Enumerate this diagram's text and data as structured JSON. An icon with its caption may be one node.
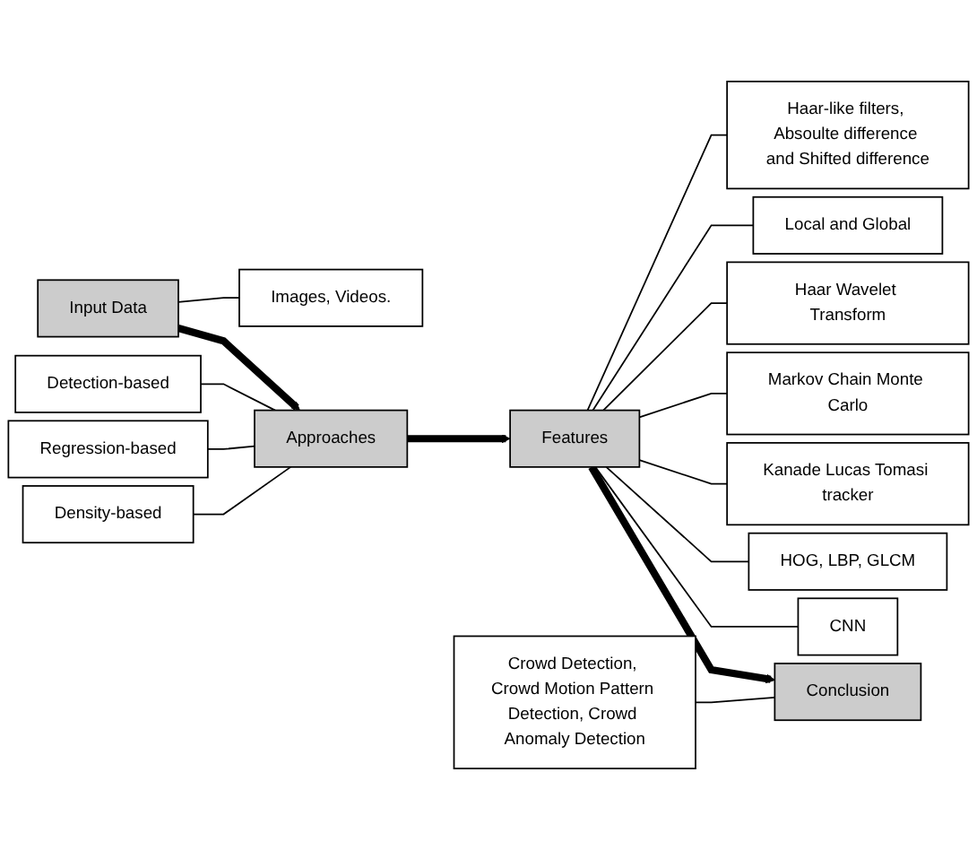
{
  "diagram": {
    "nodes": [
      {
        "text": [
          "Input Data"
        ]
      },
      {
        "text": [
          "Images, Videos."
        ]
      },
      {
        "text": [
          "Detection-based"
        ]
      },
      {
        "text": [
          "Regression-based"
        ]
      },
      {
        "text": [
          "Density-based"
        ]
      },
      {
        "text": [
          "Approaches"
        ]
      },
      {
        "text": [
          "Features"
        ]
      },
      {
        "text": [
          "Haar-like filters, Absoulte difference and Shifted difference"
        ]
      },
      {
        "text": [
          "Local and Global"
        ]
      },
      {
        "text": [
          "Haar Wavelet Transform"
        ]
      },
      {
        "text": [
          "Markov Chain Monte Carlo"
        ]
      },
      {
        "text": [
          "Kanade Lucas Tomasi tracker"
        ]
      },
      {
        "text": [
          "HOG, LBP, GLCM"
        ]
      },
      {
        "text": [
          "CNN"
        ]
      },
      {
        "text": [
          "Conclusion"
        ]
      },
      {
        "text": [
          "Crowd Detection, Crowd Motion Pattern Detection, Crowd Anomaly Detection"
        ]
      }
    ],
    "edges": [
      {
        "from": 0,
        "to": 1,
        "arrow": "none"
      },
      {
        "from": 0,
        "to": 5,
        "arrow": "to",
        "style": "thick"
      },
      {
        "from": 2,
        "to": 5,
        "arrow": "none"
      },
      {
        "from": 3,
        "to": 5,
        "arrow": "none"
      },
      {
        "from": 4,
        "to": 5,
        "arrow": "none"
      },
      {
        "from": 5,
        "to": 6,
        "arrow": "to",
        "style": "thick"
      },
      {
        "from": 6,
        "to": 7,
        "arrow": "none"
      },
      {
        "from": 6,
        "to": 8,
        "arrow": "none"
      },
      {
        "from": 6,
        "to": 9,
        "arrow": "none"
      },
      {
        "from": 6,
        "to": 10,
        "arrow": "none"
      },
      {
        "from": 6,
        "to": 11,
        "arrow": "none"
      },
      {
        "from": 6,
        "to": 12,
        "arrow": "none"
      },
      {
        "from": 6,
        "to": 13,
        "arrow": "none"
      },
      {
        "from": 6,
        "to": 14,
        "arrow": "to",
        "style": "thick"
      },
      {
        "from": 15,
        "to": 14,
        "arrow": "none"
      }
    ]
  }
}
